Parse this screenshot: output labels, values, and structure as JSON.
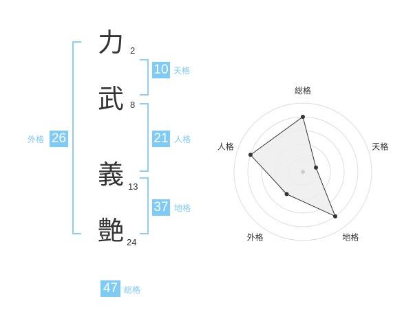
{
  "name": {
    "chars": [
      {
        "char": "力",
        "strokes": "2"
      },
      {
        "char": "武",
        "strokes": "8"
      },
      {
        "char": "義",
        "strokes": "13"
      },
      {
        "char": "艶",
        "strokes": "24"
      }
    ]
  },
  "kaku": {
    "tenkaku": {
      "value": "10",
      "label": "天格"
    },
    "jinkaku": {
      "value": "21",
      "label": "人格"
    },
    "chikaku": {
      "value": "37",
      "label": "地格"
    },
    "gaikaku": {
      "value": "26",
      "label": "外格"
    },
    "soukaku": {
      "value": "47",
      "label": "総格"
    }
  },
  "chart_data": {
    "type": "radar",
    "axes": [
      "総格",
      "天格",
      "地格",
      "外格",
      "人格"
    ],
    "values": [
      4,
      1,
      4,
      2,
      4
    ],
    "max": 5,
    "rings": 5,
    "fill_color": "#eeeeee",
    "line_color": "#333333",
    "grid_color": "#dddddd"
  },
  "colors": {
    "accent": "#7ecbf6",
    "bracket": "#8fcdf3",
    "text": "#333333"
  }
}
